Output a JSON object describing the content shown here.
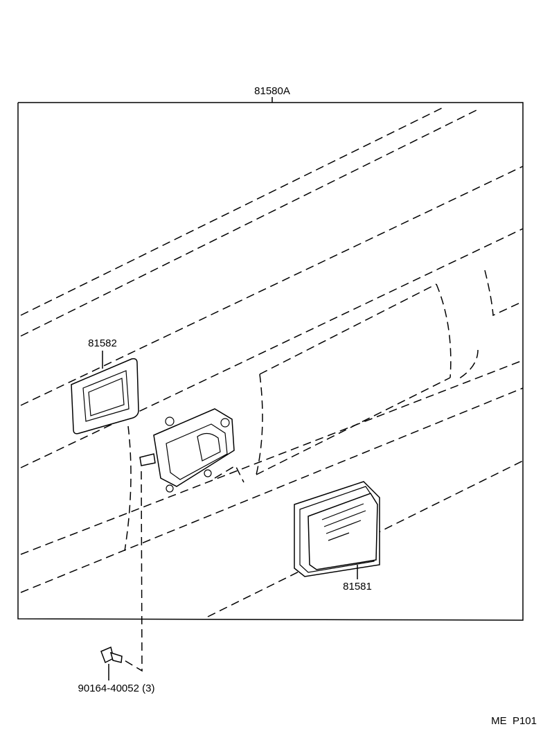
{
  "labels": {
    "assembly": "81580A",
    "gasket": "81582",
    "lens": "81581",
    "screw": "90164-40052 (3)",
    "page_ref": "ME  P101"
  }
}
